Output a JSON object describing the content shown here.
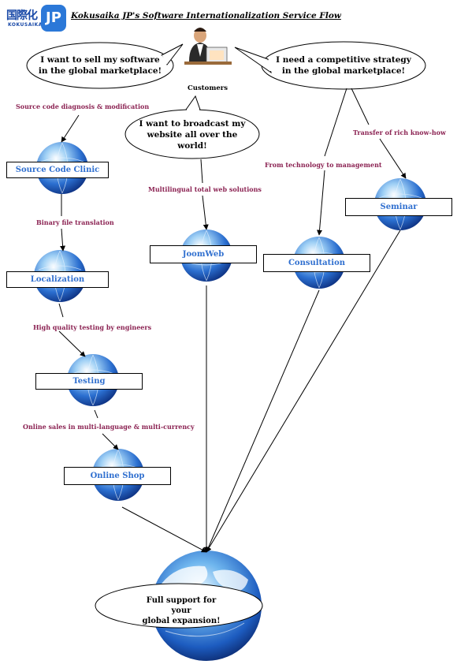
{
  "logo": {
    "kanji": "国際化",
    "sub": "KOKUSAIKA",
    "badge": "JP"
  },
  "title": "Kokusaika JP's Software Internationalization Service Flow",
  "customers_label": "Customers",
  "bubbles": {
    "sell": [
      "I want to sell my software",
      "in the global marketplace!"
    ],
    "strategy": [
      "I need a competitive strategy",
      "in the global marketplace!"
    ],
    "website": [
      "I want to broadcast my",
      "website all over the",
      "world!"
    ],
    "final": [
      "Full support for your",
      "global expansion!"
    ]
  },
  "edge_labels": {
    "source_code": "Source code diagnosis & modification",
    "binary": "Binary file translation",
    "testing": "High quality testing by engineers",
    "online_sales": "Online sales in multi-language & multi-currency",
    "multilingual": "Multilingual total web solutions",
    "management": "From technology to management",
    "knowhow": "Transfer of rich know-how"
  },
  "nodes": {
    "clinic": "Source Code Clinic",
    "localization": "Localization",
    "testing": "Testing",
    "shop": "Online Shop",
    "joomweb": "JoomWeb",
    "consultation": "Consultation",
    "seminar": "Seminar"
  },
  "colors": {
    "node_text": "#2f6fcf",
    "edge_label": "#8b2252",
    "globe": "#2b6fd0"
  }
}
